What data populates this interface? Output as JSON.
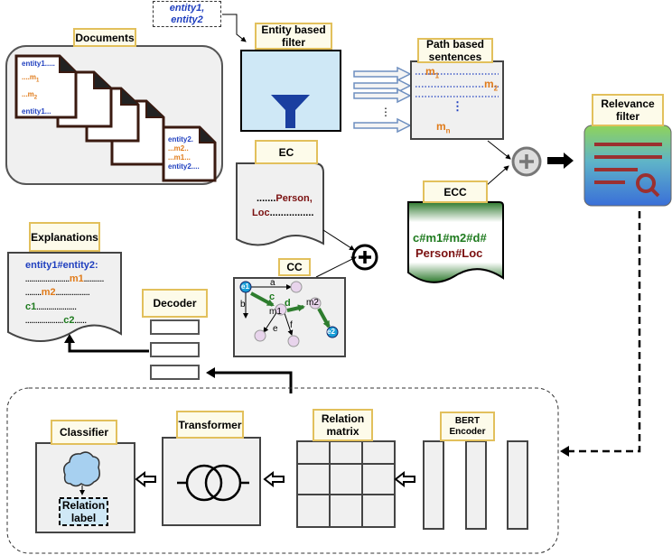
{
  "input_note": {
    "line1": "entity1,",
    "line2": "entity2"
  },
  "documents": {
    "title": "Documents",
    "front_doc": {
      "line1": "entity1.....",
      "line2": "....m",
      "line2_sub": "1",
      "line3": "...m",
      "line3_sub": "2",
      "line4": "entity1..."
    },
    "back_doc": {
      "line1": "entity2.",
      "line2": "...m2..",
      "line3": "...m1...",
      "line4": "entity2...."
    }
  },
  "entity_filter": {
    "title_line1": "Entity based",
    "title_line2": "filter"
  },
  "path_sentences": {
    "title_line1": "Path based",
    "title_line2": "sentences",
    "m1": "m",
    "m1_sub": "1",
    "m2": "m",
    "m2_sub": "2",
    "mn": "m",
    "mn_sub": "n",
    "vdots": "⋮"
  },
  "relevance_filter": {
    "title_line1": "Relevance",
    "title_line2": "filter"
  },
  "ec": {
    "title": "EC",
    "line1_prefix": ".......",
    "line1_value": "Person,",
    "line2_value": "Loc",
    "line2_suffix": "................"
  },
  "ecc": {
    "title": "ECC",
    "line1": "c#m1#m2#d#",
    "line2": "Person#Loc"
  },
  "cc": {
    "title": "CC",
    "nodes": {
      "e1": "e1",
      "e2": "e2",
      "m1": "m1",
      "m2": "m2"
    },
    "edges": {
      "a": "a",
      "b": "b",
      "c": "c",
      "d": "d",
      "e": "e",
      "f": "f"
    }
  },
  "explanations": {
    "title": "Explanations",
    "line1": "entity1#entity2:",
    "line2_prefix": "......................",
    "line2_value": "m1",
    "line2_suffix": "..........",
    "line3_prefix": "........",
    "line3_value": "m2",
    "line3_suffix": ".................",
    "line4_value": "c1",
    "line4_suffix": "....................",
    "line5_prefix": "...................",
    "line5_value": "c2",
    "line5_suffix": "......"
  },
  "decoder": {
    "title": "Decoder"
  },
  "bert": {
    "title_line1": "BERT",
    "title_line2": "Encoder"
  },
  "relation_matrix": {
    "title_line1": "Relation",
    "title_line2": "matrix"
  },
  "transformer": {
    "title": "Transformer"
  },
  "classifier": {
    "title": "Classifier",
    "label_line1": "Relation",
    "label_line2": "label"
  },
  "plus_symbol": "⊕",
  "colors": {
    "label_fill": "#fdfbea",
    "label_border": "#e2c05c",
    "entity_blue": "#1f3fbf",
    "mention_orange": "#e07b1a",
    "entity_type_red": "#7a1010",
    "concept_green": "#1e7a1e",
    "filter_fill": "#cfe8f6",
    "funnel_blue": "#1a3fa0",
    "ecc_green": "#3c8a3c",
    "path_arrow_blue": "#6e8fc0"
  }
}
